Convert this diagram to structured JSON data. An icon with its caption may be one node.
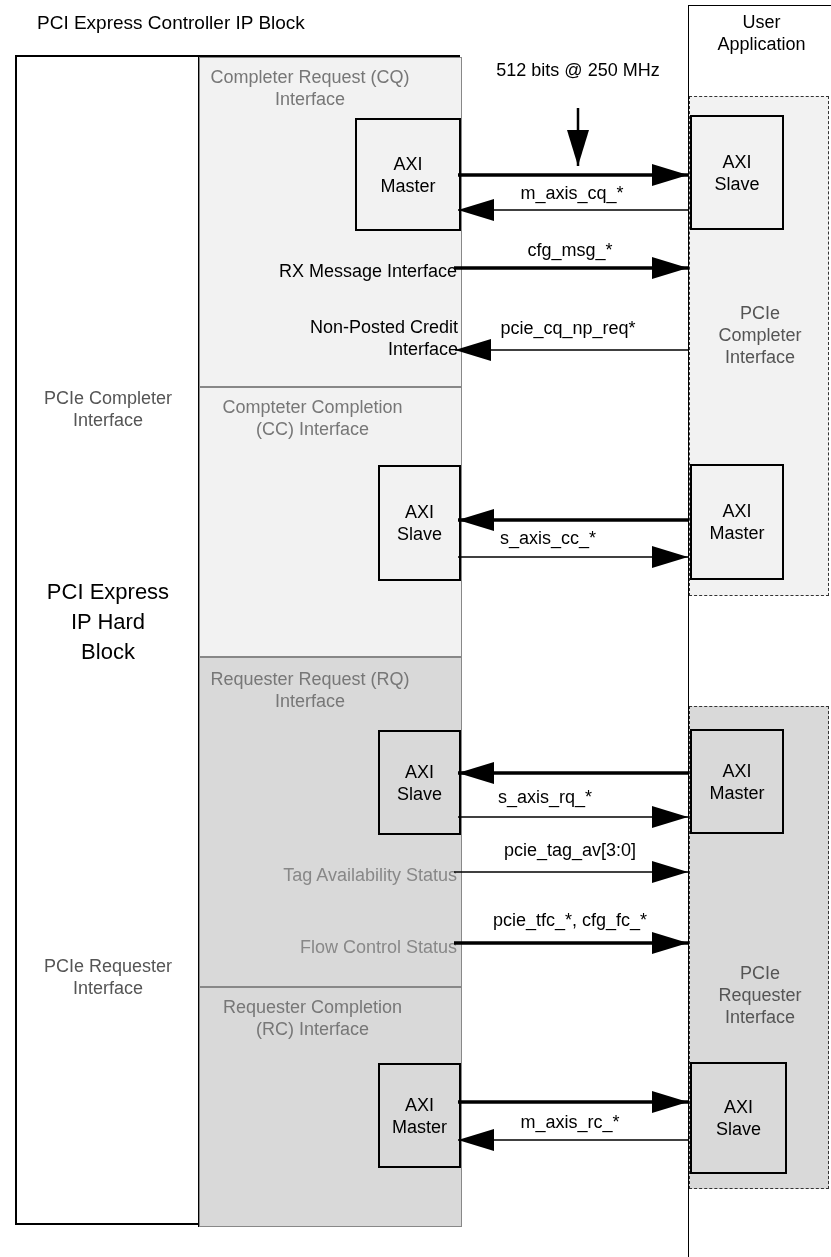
{
  "diagram": {
    "nodes": [
      {
        "text": [
          "PCI Express Controller IP Block"
        ]
      },
      {
        "text": [
          "PCIe Completer Interface",
          "PCI Express IP Hard Block",
          "PCIe Requester Interface"
        ],
        "in": 0
      },
      {
        "text": [
          "Completer Request (CQ) Interface"
        ],
        "in": 0
      },
      {
        "text": [
          "AXI Master"
        ],
        "in": 2
      },
      {
        "text": [
          "RX Message Interface"
        ],
        "in": 2
      },
      {
        "text": [
          "Non-Posted Credit Interface"
        ],
        "in": 2
      },
      {
        "text": [
          "Compteter Completion (CC) Interface"
        ],
        "in": 0
      },
      {
        "text": [
          "AXI Slave"
        ],
        "in": 6
      },
      {
        "text": [
          "Requester Request (RQ) Interface"
        ],
        "in": 0
      },
      {
        "text": [
          "AXI Slave"
        ],
        "in": 8
      },
      {
        "text": [
          "Tag Availability Status"
        ],
        "in": 8
      },
      {
        "text": [
          "Flow Control Status"
        ],
        "in": 8
      },
      {
        "text": [
          "Requester Completion (RC) Interface"
        ],
        "in": 0
      },
      {
        "text": [
          "AXI Master"
        ],
        "in": 12
      },
      {
        "text": [
          "User Application"
        ]
      },
      {
        "text": [
          "PCIe Completer Interface"
        ],
        "in": 14
      },
      {
        "text": [
          "AXI Slave"
        ],
        "in": 15
      },
      {
        "text": [
          "AXI Master"
        ],
        "in": 15
      },
      {
        "text": [
          "PCIe Requester Interface"
        ],
        "in": 14
      },
      {
        "text": [
          "AXI Master"
        ],
        "in": 18
      },
      {
        "text": [
          "AXI Slave"
        ],
        "in": 18
      }
    ],
    "edges": [
      {
        "from": 3,
        "to": 16,
        "arrow": "to",
        "label": "m_axis_cq_*",
        "style": "thick"
      },
      {
        "from": 16,
        "to": 3,
        "arrow": "to"
      },
      {
        "from": 4,
        "to": 15,
        "arrow": "to",
        "label": "cfg_msg_*",
        "style": "thick"
      },
      {
        "from": 15,
        "to": 5,
        "arrow": "to",
        "label": "pcie_cq_np_req*"
      },
      {
        "from": 17,
        "to": 7,
        "arrow": "to",
        "label": "s_axis_cc_*",
        "style": "thick"
      },
      {
        "from": 7,
        "to": 17,
        "arrow": "to"
      },
      {
        "from": 19,
        "to": 9,
        "arrow": "to",
        "label": "s_axis_rq_*",
        "style": "thick"
      },
      {
        "from": 9,
        "to": 19,
        "arrow": "to"
      },
      {
        "from": 10,
        "to": 18,
        "arrow": "to",
        "label": "pcie_tag_av[3:0]"
      },
      {
        "from": 11,
        "to": 18,
        "arrow": "to",
        "label": "pcie_tfc_*, cfg_fc_*",
        "style": "thick"
      },
      {
        "from": 13,
        "to": 20,
        "arrow": "to",
        "label": "m_axis_rc_*",
        "style": "thick"
      },
      {
        "from": 20,
        "to": 13,
        "arrow": "to"
      }
    ],
    "labels": [
      "512 bits @ 250 MHz"
    ]
  }
}
